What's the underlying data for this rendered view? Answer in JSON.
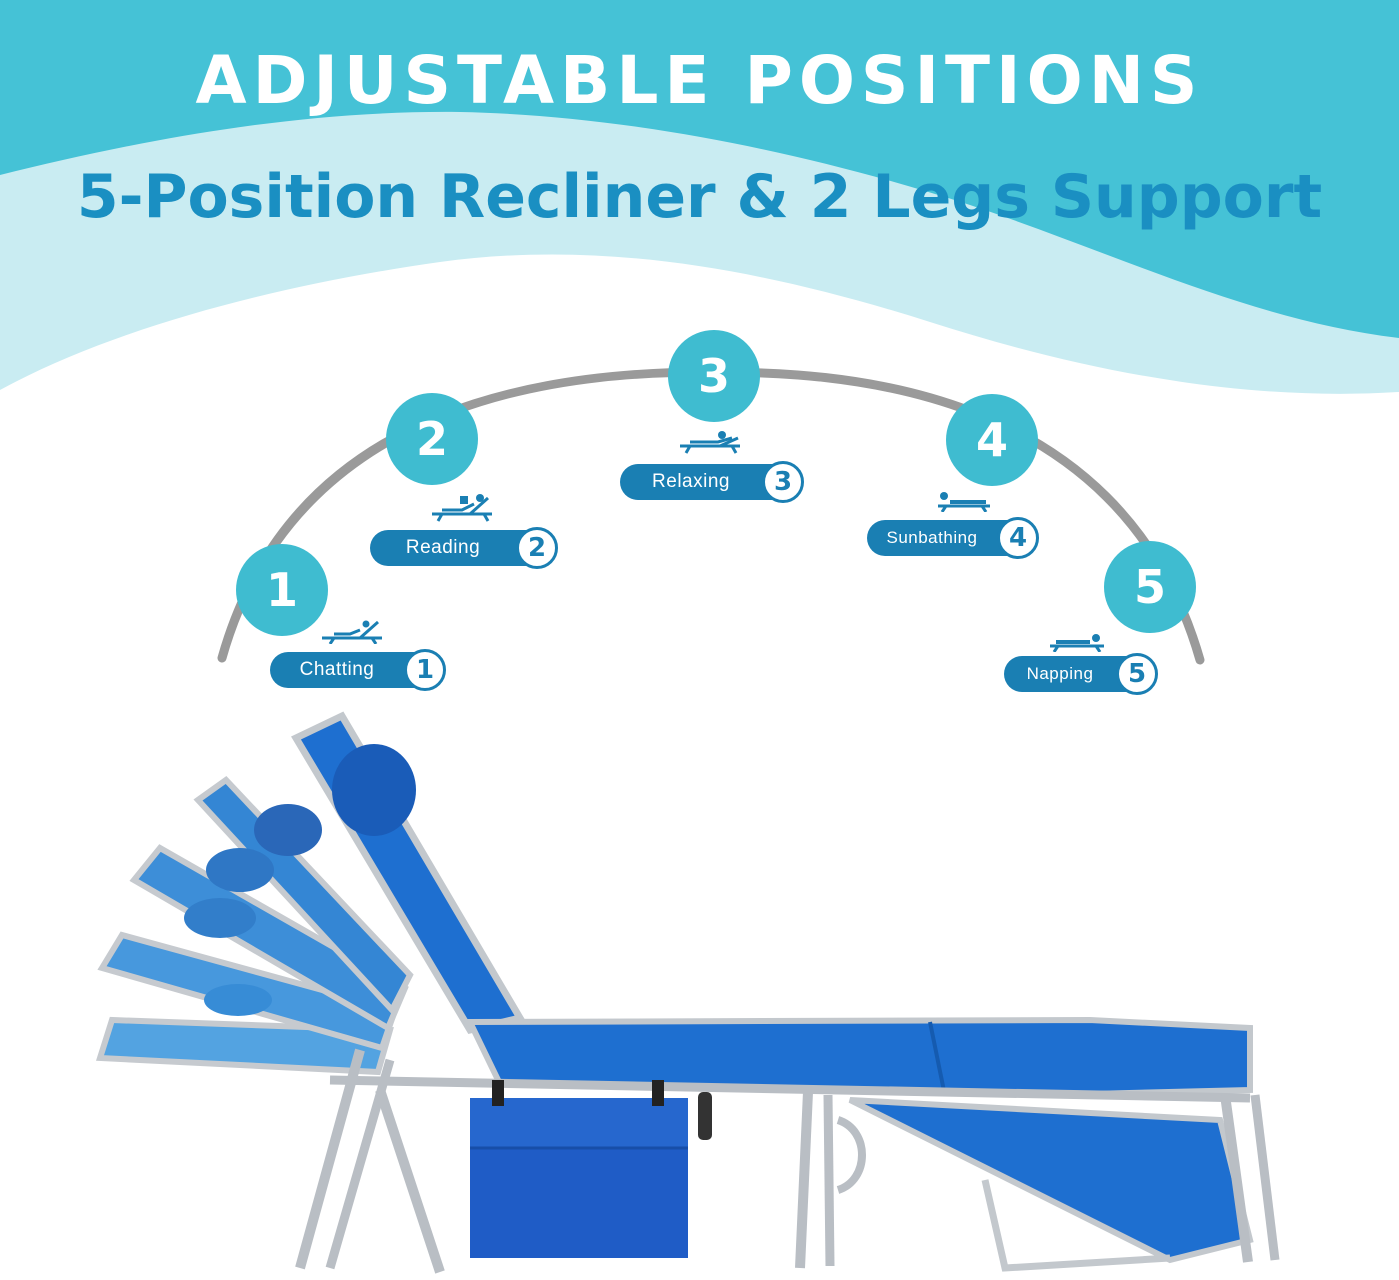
{
  "header": {
    "title": "ADJUSTABLE  POSITIONS",
    "subtitle": "5-Position Recliner & 2 Legs Support"
  },
  "positions": [
    {
      "number": "1",
      "label": "Chatting"
    },
    {
      "number": "2",
      "label": "Reading"
    },
    {
      "number": "3",
      "label": "Relaxing"
    },
    {
      "number": "4",
      "label": "Sunbathing"
    },
    {
      "number": "5",
      "label": "Napping"
    }
  ],
  "icons": [
    "chatting-pose-icon",
    "reading-pose-icon",
    "relaxing-pose-icon",
    "sunbathing-pose-icon",
    "napping-pose-icon"
  ],
  "colors": {
    "wave_dark": "#45c2d6",
    "wave_light": "#c9ecf2",
    "subtitle": "#1a8fc2",
    "circle": "#3fbcd0",
    "pill": "#1a7fb3",
    "arc": "#9a9a9a",
    "fabric": "#1e6fd0",
    "frame": "#b9bec4"
  }
}
